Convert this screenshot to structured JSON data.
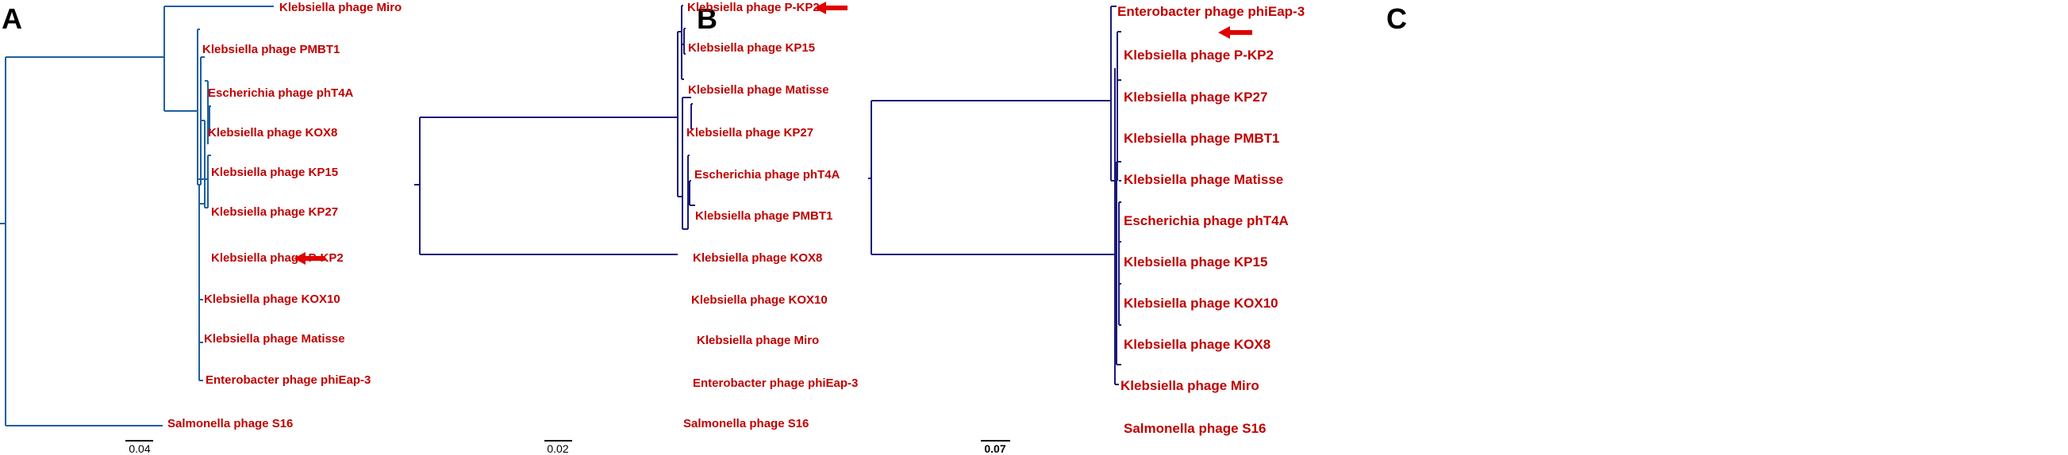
{
  "panels": [
    {
      "letter": "A",
      "branch_color": "#1f5fa0",
      "label_color": "#c00000",
      "scale_bar_label": "0.04",
      "highlighted_leaf": "Klebsiella phage P-KP2",
      "leaves": [
        "Klebsiella phage Miro",
        "Klebsiella phage PMBT1",
        "Escherichia phage phT4A",
        "Klebsiella phage KOX8",
        "Klebsiella phage KP15",
        "Klebsiella phage KP27",
        "Klebsiella phage P-KP2",
        "Klebsiella phage KOX10",
        "Klebsiella phage Matisse",
        "Enterobacter phage phiEap-3",
        "Salmonella phage S16"
      ]
    },
    {
      "letter": "B",
      "branch_color": "#1a1a7a",
      "label_color": "#c00000",
      "scale_bar_label": "0.02",
      "highlighted_leaf": "Klebsiella phage P-KP2",
      "leaves": [
        "Klebsiella phage P-KP2",
        "Klebsiella phage KP15",
        "Klebsiella phage Matisse",
        "Klebsiella phage KP27",
        "Escherichia phage phT4A",
        "Klebsiella phage PMBT1",
        "Klebsiella phage KOX8",
        "Klebsiella phage KOX10",
        "Klebsiella phage Miro",
        "Enterobacter phage phiEap-3",
        "Salmonella phage S16"
      ]
    },
    {
      "letter": "C",
      "branch_color": "#1a1a7a",
      "label_color": "#c00000",
      "scale_bar_label": "0.07",
      "highlighted_leaf": "Klebsiella phage P-KP2",
      "leaves": [
        "Enterobacter phage phiEap-3",
        "Klebsiella phage P-KP2",
        "Klebsiella phage KP27",
        "Klebsiella phage PMBT1",
        "Klebsiella phage Matisse",
        "Escherichia phage phT4A",
        "Klebsiella phage KP15",
        "Klebsiella phage KOX10",
        "Klebsiella phage KOX8",
        "Klebsiella phage Miro",
        "Salmonella phage S16"
      ]
    }
  ],
  "arrow_color": "#e00000"
}
